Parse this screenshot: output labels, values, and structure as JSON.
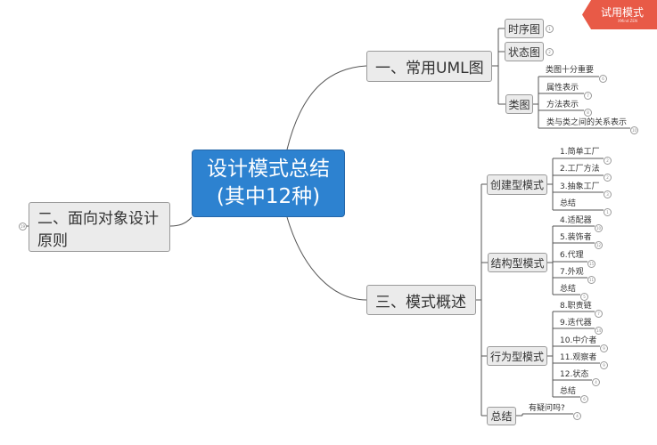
{
  "center": {
    "line1": "设计模式总结",
    "line2": "(其中12种)"
  },
  "branches": {
    "uml": {
      "label": "一、常用UML图",
      "children": {
        "sequence": {
          "label": "时序图",
          "badge": "1"
        },
        "state": {
          "label": "状态图",
          "badge": "2"
        },
        "class": {
          "label": "类图",
          "leaves": [
            {
              "label": "类图十分重要",
              "badge": "6"
            },
            {
              "label": "属性表示",
              "badge": "7"
            },
            {
              "label": "方法表示",
              "badge": "8"
            },
            {
              "label": "类与类之间的关系表示",
              "badge": "10"
            }
          ]
        }
      }
    },
    "principles": {
      "label": "二、面向对象设计原则",
      "badge": "19"
    },
    "patterns": {
      "label": "三、模式概述",
      "groups": {
        "creational": {
          "label": "创建型模式",
          "leaves": [
            {
              "label": "1.简单工厂",
              "badge": "2"
            },
            {
              "label": "2.工厂方法",
              "badge": "2"
            },
            {
              "label": "3.抽象工厂",
              "badge": "3"
            },
            {
              "label": "总结",
              "badge": "1"
            }
          ]
        },
        "structural": {
          "label": "结构型模式",
          "leaves": [
            {
              "label": "4.适配器",
              "badge": "10"
            },
            {
              "label": "5.装饰者",
              "badge": "12"
            },
            {
              "label": "6.代理",
              "badge": "15"
            },
            {
              "label": "7.外观",
              "badge": "11"
            },
            {
              "label": "总结",
              "badge": "5"
            }
          ]
        },
        "behavioral": {
          "label": "行为型模式",
          "leaves": [
            {
              "label": "8.职责链",
              "badge": "7"
            },
            {
              "label": "9.迭代器",
              "badge": "14"
            },
            {
              "label": "10.中介者",
              "badge": "9"
            },
            {
              "label": "11.观察者",
              "badge": "9"
            },
            {
              "label": "12.状态",
              "badge": "4"
            },
            {
              "label": "总结",
              "badge": "6"
            }
          ]
        },
        "summary": {
          "label": "总结",
          "leaves": [
            {
              "label": "有疑问吗?",
              "badge": "4"
            }
          ]
        }
      }
    }
  },
  "trial": {
    "label": "试用模式",
    "sub": "XMind ZEN"
  },
  "colors": {
    "center": "#2d82d0",
    "node": "#ebebeb",
    "border": "#9a9a9a",
    "line": "#555555",
    "trial": "#e85a47"
  }
}
